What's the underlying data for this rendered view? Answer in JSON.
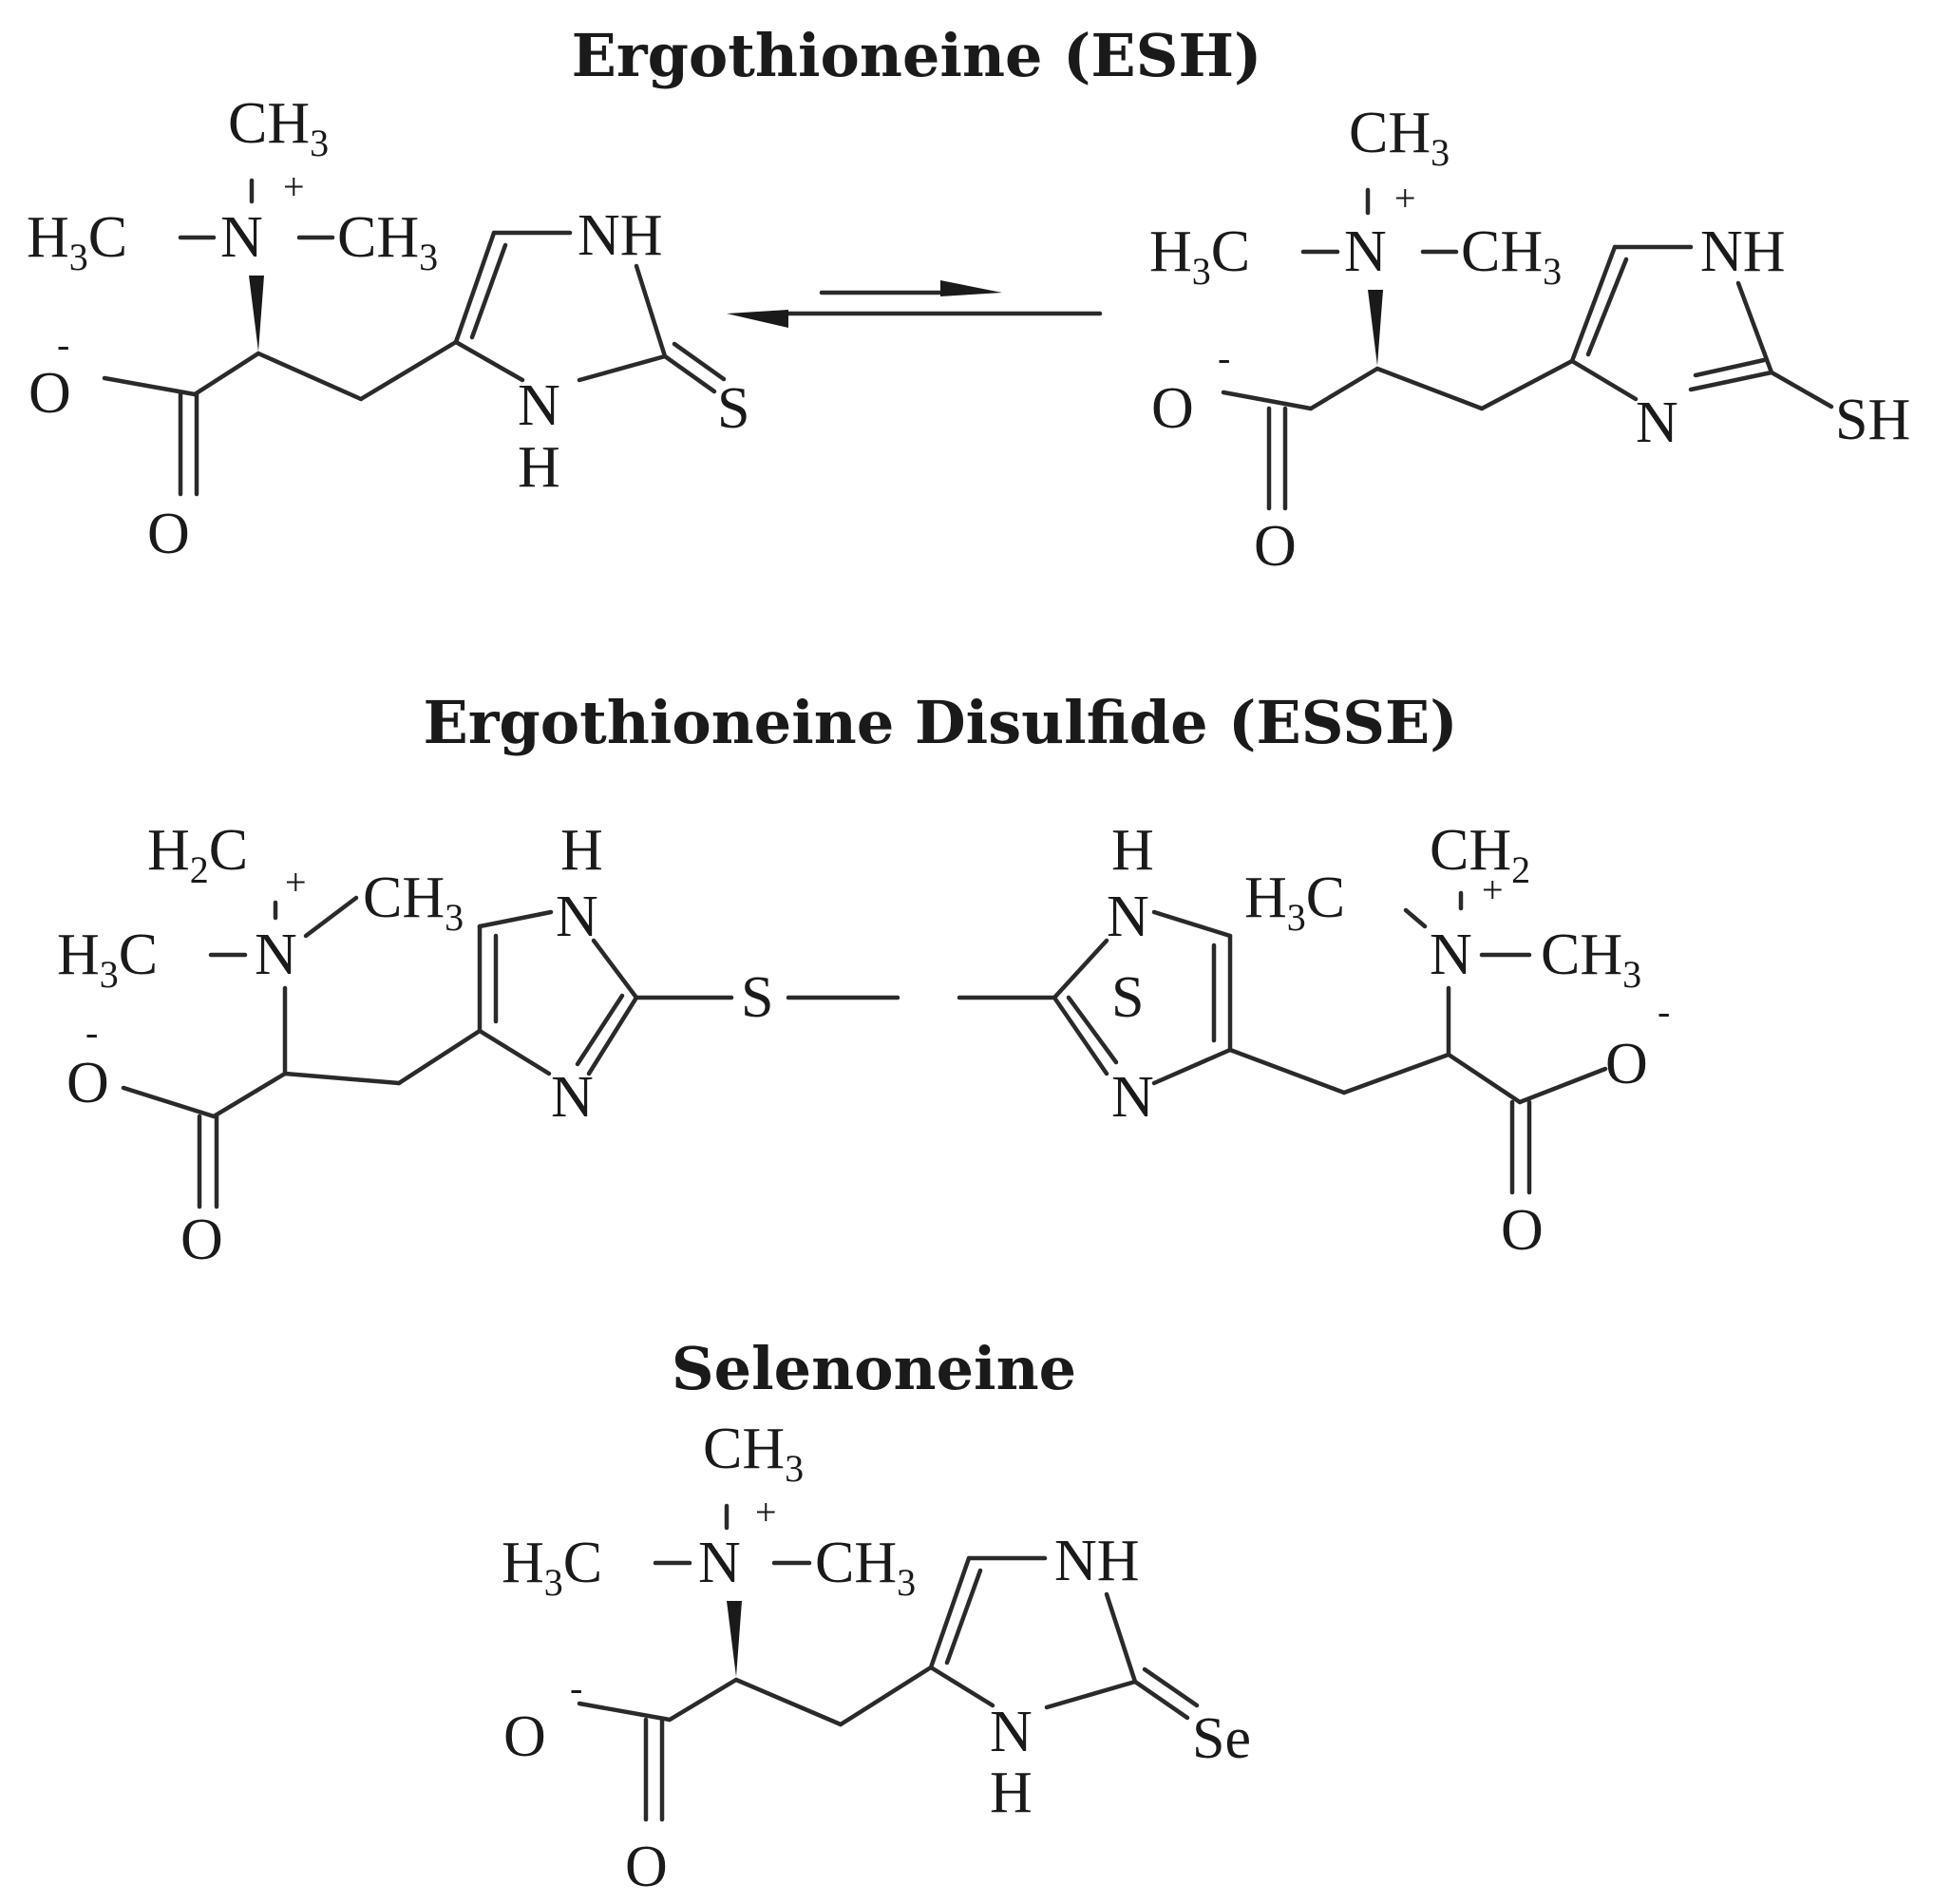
{
  "titles": {
    "esh": "Ergothioneine (ESH)",
    "esse": "Ergothioneine Disulfide (ESSE)",
    "seleno": "Selenoneine"
  },
  "labels": {
    "ch3": "CH",
    "h3c": "H",
    "h2c": "H",
    "ch2": "CH",
    "c": "C",
    "n": "N",
    "nh": "NH",
    "h": "H",
    "o": "O",
    "s": "S",
    "sh": "SH",
    "se": "Se",
    "plus": "+",
    "minus": "-",
    "three": "3",
    "two": "2"
  }
}
